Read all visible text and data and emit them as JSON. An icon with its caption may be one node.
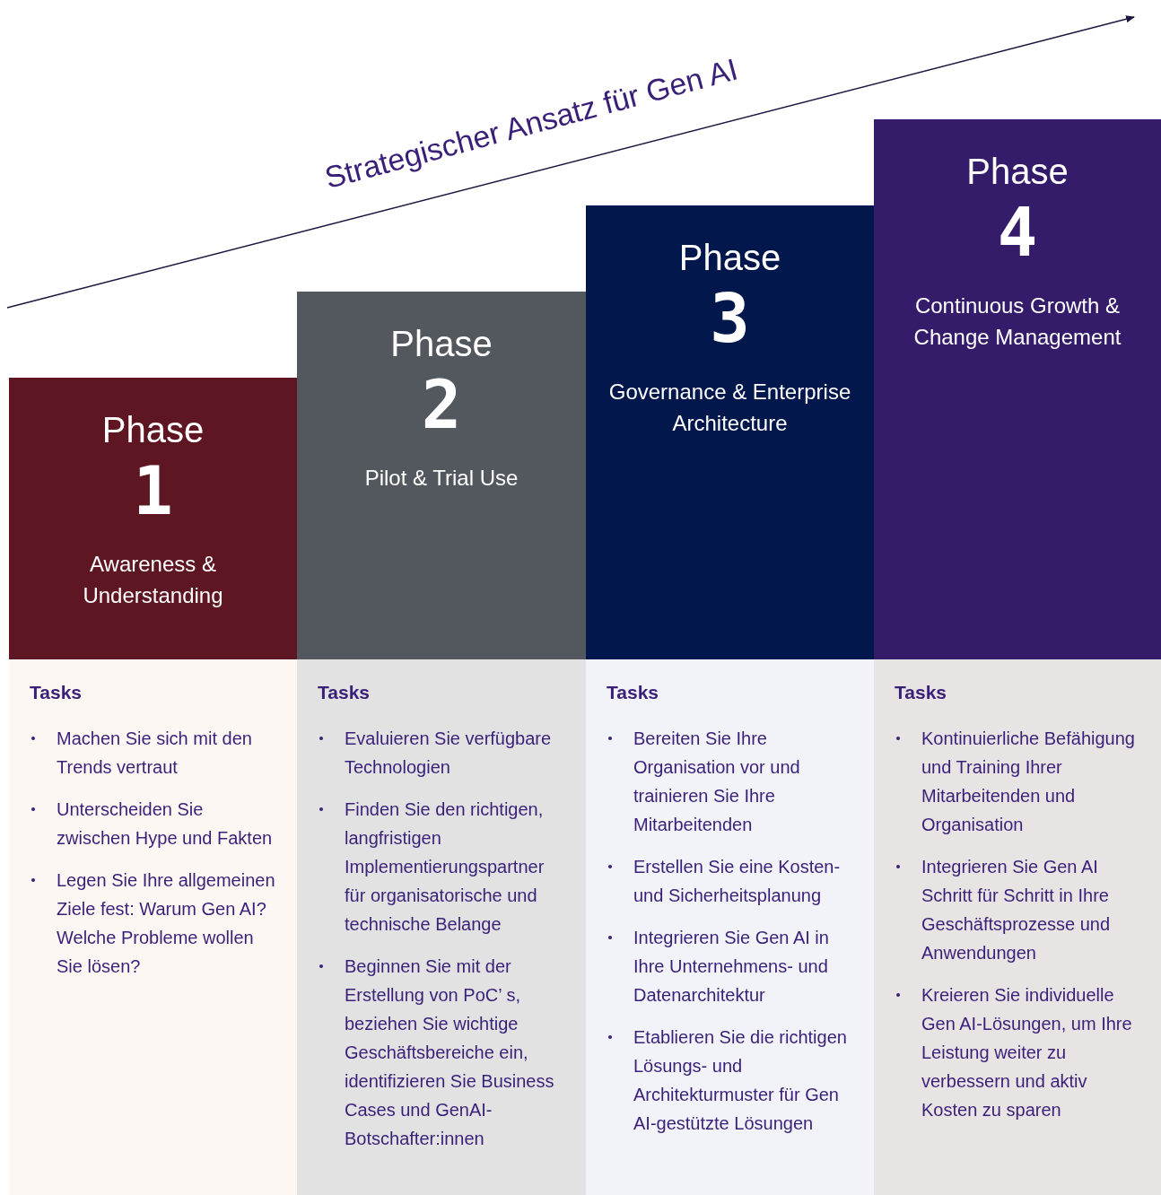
{
  "diagram": {
    "title": "Strategischer Ansatz für Gen AI",
    "nodes": [
      {
        "text": [
          "Phase",
          "1",
          "Awareness & Understanding"
        ]
      },
      {
        "text": [
          "Phase",
          "2",
          "Pilot & Trial Use"
        ]
      },
      {
        "text": [
          "Phase",
          "3",
          "Governance & Enterprise Architecture"
        ]
      },
      {
        "text": [
          "Phase",
          "4",
          "Continuous Growth & Change Management"
        ]
      },
      {
        "text": [
          "Tasks",
          "Machen Sie sich mit den Trends vertraut",
          "Unterscheiden Sie zwischen Hype und Fakten",
          "Legen Sie Ihre allgemeinen Ziele fest: Warum Gen AI? Welche Probleme wollen Sie lösen?"
        ]
      },
      {
        "text": [
          "Tasks",
          "Evaluieren Sie verfügbare Technologien",
          "Finden Sie den richtigen, langfristigen Implementierungspartner für organisatorische und technische Belange",
          "Beginnen Sie mit der Erstellung von PoC’ s, beziehen Sie wichtige Geschäftsbereiche ein, identifizieren Sie Business Cases und GenAI-Botschafter:innen"
        ]
      },
      {
        "text": [
          "Tasks",
          "Bereiten Sie Ihre Organisation vor und trainieren Sie Ihre Mitarbeitenden",
          "Erstellen Sie eine Kosten- und Sicherheitsplanung",
          "Integrieren Sie Gen AI in Ihre Unternehmens- und Datenarchitektur",
          "Etablieren Sie die richtigen Lösungs- und Architekturmuster für Gen AI-gestützte Lösungen"
        ]
      },
      {
        "text": [
          "Tasks",
          "Kontinuierliche Befähigung und Training Ihrer Mitarbeitenden und Organisation",
          "Integrieren Sie Gen AI Schritt für Schritt in Ihre Geschäftsprozesse und Anwendungen",
          "Kreieren Sie individuelle Gen AI-Lösungen, um Ihre Leistung weiter zu verbessern und aktiv Kosten zu sparen"
        ]
      }
    ]
  }
}
